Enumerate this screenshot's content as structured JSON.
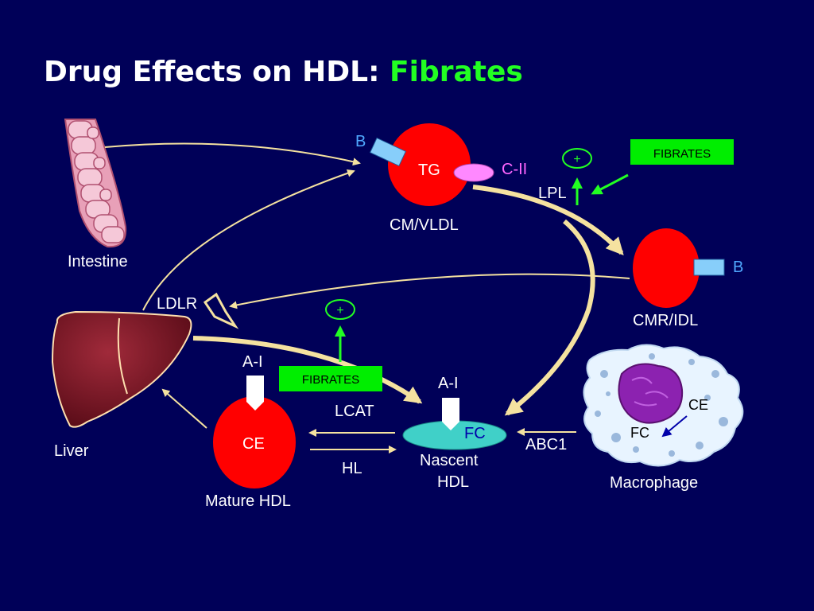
{
  "slide": {
    "title_main": "Drug Effects on HDL: ",
    "title_accent": "Fibrates"
  },
  "colors": {
    "background": "#000058",
    "particle_red": "#ff0000",
    "apo_b_blue": "#87cefa",
    "apo_cii_pink": "#ff88ff",
    "nascent_hdl": "#40d0c8",
    "fibrates_box": "#00ee00",
    "pathway_arrow": "#f5e2a0",
    "stimulation_green": "#22ff22"
  },
  "labels": {
    "intestine": "Intestine",
    "liver": "Liver",
    "ldlr": "LDLR",
    "cm_vldl": "CM/VLDL",
    "tg": "TG",
    "b_top": "B",
    "cii": "C-II",
    "lpl": "LPL",
    "fibrates_top": "FIBRATES",
    "plus_top": "+",
    "cmr_idl": "CMR/IDL",
    "b_right": "B",
    "plus_mid": "+",
    "fibrates_mid": "FIBRATES",
    "ai_mature": "A-I",
    "ce_mature": "CE",
    "mature_hdl": "Mature HDL",
    "lcat": "LCAT",
    "hl": "HL",
    "ai_nascent": "A-I",
    "fc_nascent": "FC",
    "nascent_line1": "Nascent",
    "nascent_line2": "HDL",
    "abc1": "ABC1",
    "ce_macrophage": "CE",
    "fc_macrophage": "FC",
    "macrophage": "Macrophage"
  },
  "icons": {
    "intestine": "intestine-icon",
    "liver": "liver-icon",
    "macrophage": "macrophage-cell-icon",
    "ldl_receptor": "receptor-bracket-icon"
  }
}
